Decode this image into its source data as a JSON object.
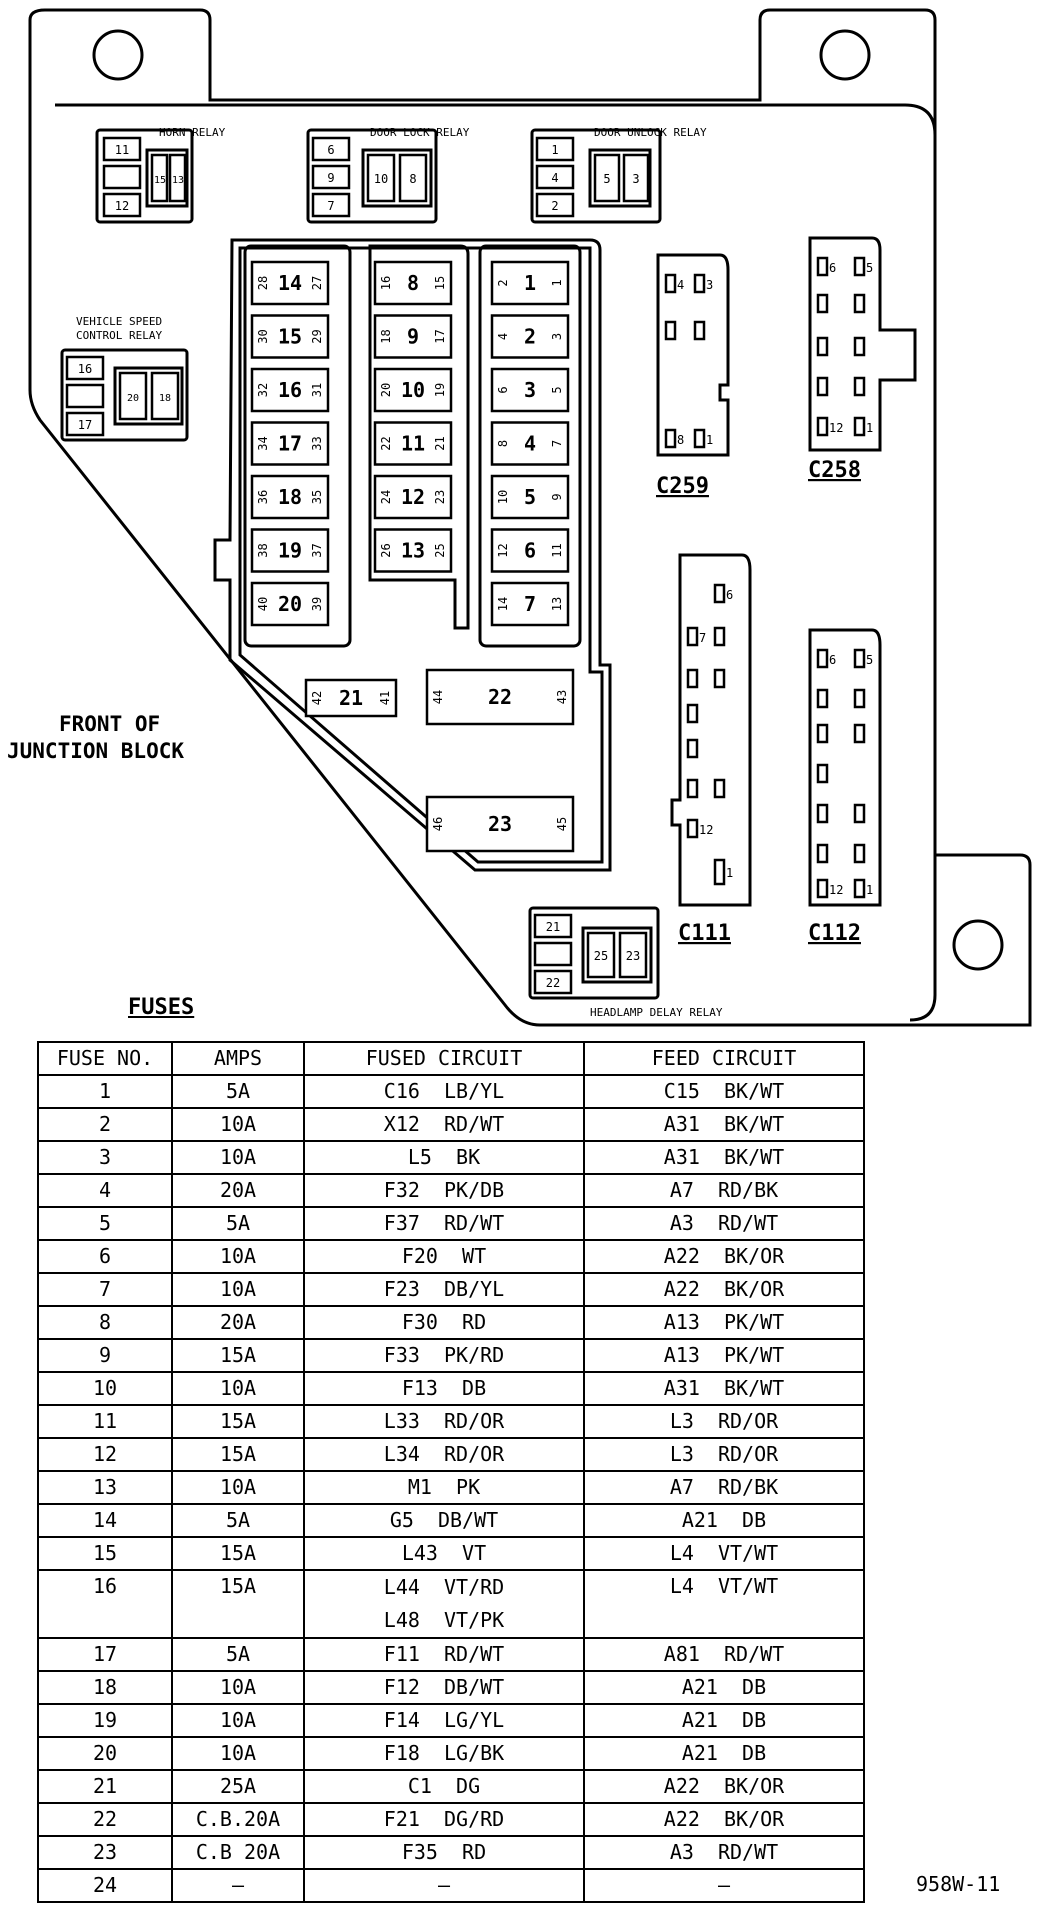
{
  "relays": {
    "horn": {
      "label": "HORN RELAY",
      "terminals": [
        "11",
        "12",
        "15",
        "13"
      ]
    },
    "door_lock": {
      "label": "DOOR LOCK RELAY",
      "terminals": [
        "6",
        "9",
        "7",
        "10",
        "8"
      ]
    },
    "door_unlock": {
      "label": "DOOR UNLOCK RELAY",
      "terminals": [
        "1",
        "4",
        "2",
        "5",
        "3"
      ]
    },
    "vehicle_speed": {
      "label_line1": "VEHICLE SPEED",
      "label_line2": "CONTROL RELAY",
      "terminals": [
        "16",
        "17",
        "20",
        "18"
      ]
    },
    "headlamp_delay": {
      "label": "HEADLAMP DELAY RELAY",
      "terminals": [
        "21",
        "22",
        "25",
        "23"
      ]
    }
  },
  "fuse_slots": {
    "left": [
      {
        "fuse": "14",
        "a": "28",
        "b": "27"
      },
      {
        "fuse": "15",
        "a": "30",
        "b": "29"
      },
      {
        "fuse": "16",
        "a": "32",
        "b": "31"
      },
      {
        "fuse": "17",
        "a": "34",
        "b": "33"
      },
      {
        "fuse": "18",
        "a": "36",
        "b": "35"
      },
      {
        "fuse": "19",
        "a": "38",
        "b": "37"
      },
      {
        "fuse": "20",
        "a": "40",
        "b": "39"
      }
    ],
    "middle": [
      {
        "fuse": "8",
        "a": "16",
        "b": "15"
      },
      {
        "fuse": "9",
        "a": "18",
        "b": "17"
      },
      {
        "fuse": "10",
        "a": "20",
        "b": "19"
      },
      {
        "fuse": "11",
        "a": "22",
        "b": "21"
      },
      {
        "fuse": "12",
        "a": "24",
        "b": "23"
      },
      {
        "fuse": "13",
        "a": "26",
        "b": "25"
      }
    ],
    "right": [
      {
        "fuse": "1",
        "a": "2",
        "b": "1"
      },
      {
        "fuse": "2",
        "a": "4",
        "b": "3"
      },
      {
        "fuse": "3",
        "a": "6",
        "b": "5"
      },
      {
        "fuse": "4",
        "a": "8",
        "b": "7"
      },
      {
        "fuse": "5",
        "a": "10",
        "b": "9"
      },
      {
        "fuse": "6",
        "a": "12",
        "b": "11"
      },
      {
        "fuse": "7",
        "a": "14",
        "b": "13"
      }
    ],
    "large": [
      {
        "fuse": "21",
        "a": "42",
        "b": "41"
      },
      {
        "fuse": "22",
        "a": "44",
        "b": "43"
      },
      {
        "fuse": "23",
        "a": "46",
        "b": "45"
      }
    ]
  },
  "connectors": {
    "c259": {
      "label": "C259",
      "pins": [
        "4",
        "3",
        "8",
        "1"
      ]
    },
    "c258": {
      "label": "C258",
      "pins": [
        "6",
        "5",
        "12",
        "1"
      ]
    },
    "c111": {
      "label": "C111",
      "pins": [
        "6",
        "7",
        "12",
        "1"
      ]
    },
    "c112": {
      "label": "C112",
      "pins": [
        "6",
        "5",
        "12",
        "1"
      ]
    }
  },
  "front_label": {
    "line1": "FRONT OF",
    "line2": "JUNCTION BLOCK"
  },
  "fuses_title": "FUSES",
  "table": {
    "headers": [
      "FUSE NO.",
      "AMPS",
      "FUSED CIRCUIT",
      "FEED CIRCUIT"
    ],
    "rows": [
      {
        "no": "1",
        "amps": "5A",
        "fused": [
          "C16  LB/YL"
        ],
        "feed": "C15  BK/WT"
      },
      {
        "no": "2",
        "amps": "10A",
        "fused": [
          "X12  RD/WT"
        ],
        "feed": "A31  BK/WT"
      },
      {
        "no": "3",
        "amps": "10A",
        "fused": [
          "L5  BK"
        ],
        "feed": "A31  BK/WT"
      },
      {
        "no": "4",
        "amps": "20A",
        "fused": [
          "F32  PK/DB"
        ],
        "feed": "A7  RD/BK"
      },
      {
        "no": "5",
        "amps": "5A",
        "fused": [
          "F37  RD/WT"
        ],
        "feed": "A3  RD/WT"
      },
      {
        "no": "6",
        "amps": "10A",
        "fused": [
          "F20  WT"
        ],
        "feed": "A22  BK/OR"
      },
      {
        "no": "7",
        "amps": "10A",
        "fused": [
          "F23  DB/YL"
        ],
        "feed": "A22  BK/OR"
      },
      {
        "no": "8",
        "amps": "20A",
        "fused": [
          "F30  RD"
        ],
        "feed": "A13  PK/WT"
      },
      {
        "no": "9",
        "amps": "15A",
        "fused": [
          "F33  PK/RD"
        ],
        "feed": "A13  PK/WT"
      },
      {
        "no": "10",
        "amps": "10A",
        "fused": [
          "F13  DB"
        ],
        "feed": "A31  BK/WT"
      },
      {
        "no": "11",
        "amps": "15A",
        "fused": [
          "L33  RD/OR"
        ],
        "feed": "L3  RD/OR"
      },
      {
        "no": "12",
        "amps": "15A",
        "fused": [
          "L34  RD/OR"
        ],
        "feed": "L3  RD/OR"
      },
      {
        "no": "13",
        "amps": "10A",
        "fused": [
          "M1  PK"
        ],
        "feed": "A7  RD/BK"
      },
      {
        "no": "14",
        "amps": "5A",
        "fused": [
          "G5  DB/WT"
        ],
        "feed": "A21  DB"
      },
      {
        "no": "15",
        "amps": "15A",
        "fused": [
          "L43  VT"
        ],
        "feed": "L4  VT/WT"
      },
      {
        "no": "16",
        "amps": "15A",
        "fused": [
          "L44  VT/RD",
          "L48  VT/PK"
        ],
        "feed": "L4  VT/WT"
      },
      {
        "no": "17",
        "amps": "5A",
        "fused": [
          "F11  RD/WT"
        ],
        "feed": "A81  RD/WT"
      },
      {
        "no": "18",
        "amps": "10A",
        "fused": [
          "F12  DB/WT"
        ],
        "feed": "A21  DB"
      },
      {
        "no": "19",
        "amps": "10A",
        "fused": [
          "F14  LG/YL"
        ],
        "feed": "A21  DB"
      },
      {
        "no": "20",
        "amps": "10A",
        "fused": [
          "F18  LG/BK"
        ],
        "feed": "A21  DB"
      },
      {
        "no": "21",
        "amps": "25A",
        "fused": [
          "C1  DG"
        ],
        "feed": "A22  BK/OR"
      },
      {
        "no": "22",
        "amps": "C.B.20A",
        "fused": [
          "F21  DG/RD"
        ],
        "feed": "A22  BK/OR"
      },
      {
        "no": "23",
        "amps": "C.B 20A",
        "fused": [
          "F35  RD"
        ],
        "feed": "A3  RD/WT"
      },
      {
        "no": "24",
        "amps": "–",
        "fused": [
          "–"
        ],
        "feed": "–"
      }
    ]
  },
  "reference_code": "958W-11"
}
